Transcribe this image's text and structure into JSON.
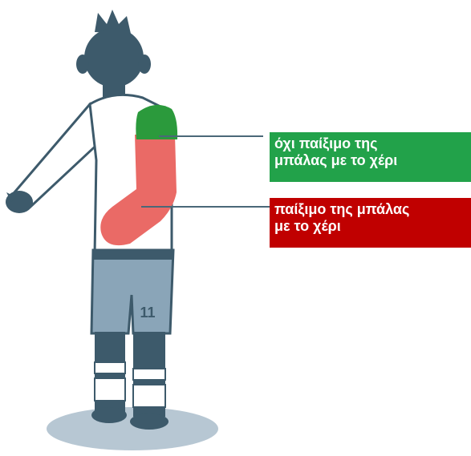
{
  "colors": {
    "green": "#22a24a",
    "red": "#c00000",
    "arm_red": "#ea6a66",
    "arm_green": "#2b9a3c",
    "figure_dark": "#3d5a6b",
    "shorts": "#8aa5b8",
    "shirt": "#ffffff",
    "shadow": "#b7c7d3"
  },
  "labels": {
    "no_handball": "όχι παίξιμο της\nμπάλας με το χέρι",
    "handball": "παίξιμο της  μπάλας\nμε το χέρι"
  },
  "shirt_number": "11",
  "icons": {
    "player": "player-back-figure"
  }
}
